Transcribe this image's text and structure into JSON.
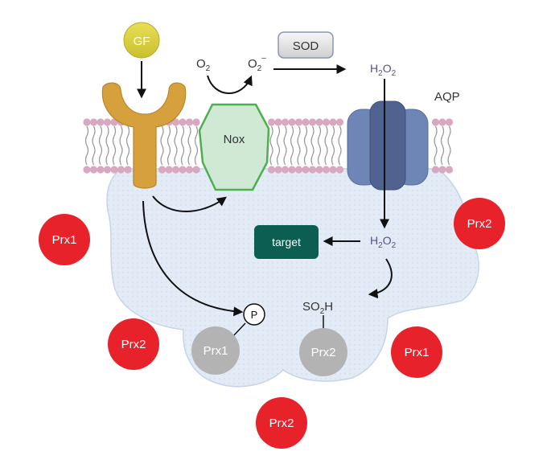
{
  "labels": {
    "gf": "GF",
    "sod": "SOD",
    "nox": "Nox",
    "aqp": "AQP",
    "target": "target",
    "phospho": "P",
    "o2_base": "O",
    "o2_sub": "2",
    "superoxide_base": "O",
    "superoxide_sub": "2",
    "superoxide_sup": "–",
    "h2o2_h": "H",
    "h2o2_sub1": "2",
    "h2o2_o": "O",
    "h2o2_sub2": "2",
    "so2h_pre": "SO",
    "so2h_sub": "2",
    "so2h_post": "H"
  },
  "peroxiredoxins": {
    "outside": [
      "Prx1",
      "Prx2",
      "Prx2",
      "Prx1",
      "Prx2"
    ],
    "inside": [
      "Prx1",
      "Prx2"
    ]
  },
  "colors": {
    "prx_red": "#e8222b",
    "prx_gray": "#b3b3b3",
    "cytoplasm": "#e3ebf6",
    "membrane_head": "#d8a7c0",
    "receptor": "#d6a03c",
    "nox_fill": "#cfe9d4",
    "nox_stroke": "#4caf50",
    "aqp": "#6e86b6",
    "target": "#0d5e52",
    "gf": "#d4cc3a"
  }
}
